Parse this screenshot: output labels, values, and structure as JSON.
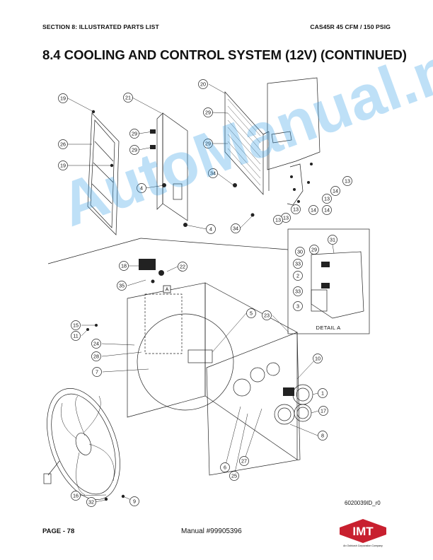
{
  "header": {
    "section": "SECTION 8: ILLUSTRATED PARTS LIST",
    "model": "CAS45R 45 CFM / 150 PSIG"
  },
  "title": "8.4 COOLING AND CONTROL SYSTEM (12V) (CONTINUED)",
  "diagram": {
    "callouts": [
      "19",
      "21",
      "20",
      "26",
      "29",
      "29",
      "29",
      "29",
      "19",
      "34",
      "4",
      "13",
      "14",
      "13",
      "14",
      "13",
      "13",
      "14",
      "13",
      "4",
      "34",
      "31",
      "30",
      "29",
      "33",
      "2",
      "18",
      "22",
      "35",
      "A",
      "33",
      "3",
      "5",
      "23",
      "15",
      "11",
      "24",
      "28",
      "7",
      "10",
      "1",
      "17",
      "8",
      "6",
      "25",
      "27",
      "16",
      "32",
      "9"
    ],
    "detail_label": "DETAIL  A",
    "drawing_id": "6020039ID_r0"
  },
  "footer": {
    "page": "PAGE - 78",
    "manual": "Manual #99905396"
  },
  "logo": {
    "brand": "IMT",
    "tagline": "An Oshkosh Corporation Company",
    "color": "#c8202f"
  },
  "watermark": "AutoManual.net"
}
